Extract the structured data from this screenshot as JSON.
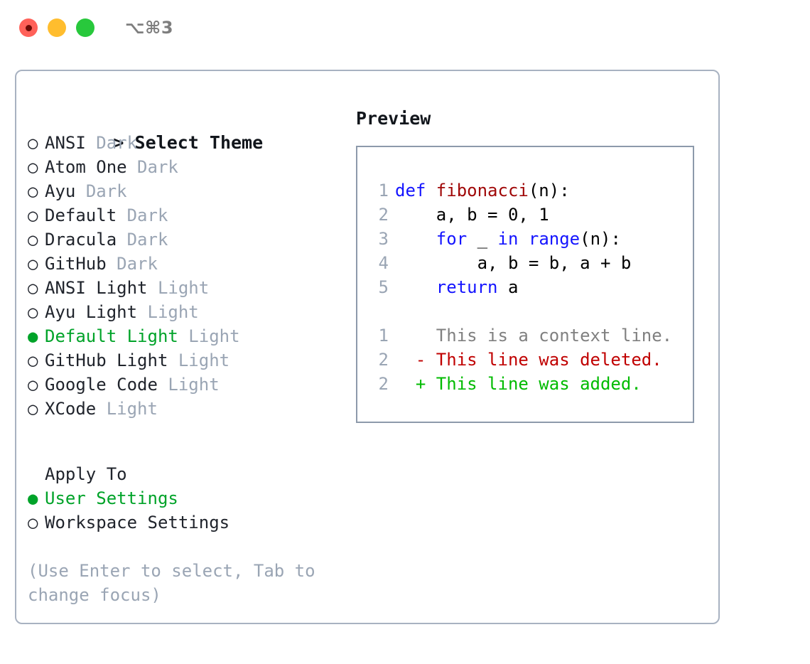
{
  "titlebar": {
    "lights": [
      "close-red",
      "minimize-yellow",
      "maximize-green"
    ],
    "shortcut": "⌥⌘3"
  },
  "colors": {
    "accent_green": "#00a329",
    "muted_gray": "#9aa5b4",
    "border": "#a8b2c1",
    "preview_border": "#8d9aab",
    "keyword_blue": "#1414ff",
    "function_red": "#a00808",
    "diff_deleted": "#c00000",
    "diff_added": "#00bb00",
    "diff_context": "#808080",
    "light_red": "#ff6159",
    "light_yellow": "#ffbd2e",
    "light_green": "#28c83c"
  },
  "theme_picker": {
    "caret": ">",
    "title": "Select Theme",
    "bullet_selected": "●",
    "bullet_unselected": "○",
    "options": [
      {
        "label": "ANSI",
        "tag": "Dark",
        "selected": false
      },
      {
        "label": "Atom One",
        "tag": "Dark",
        "selected": false
      },
      {
        "label": "Ayu",
        "tag": "Dark",
        "selected": false
      },
      {
        "label": "Default",
        "tag": "Dark",
        "selected": false
      },
      {
        "label": "Dracula",
        "tag": "Dark",
        "selected": false
      },
      {
        "label": "GitHub",
        "tag": "Dark",
        "selected": false
      },
      {
        "label": "ANSI Light",
        "tag": "Light",
        "selected": false
      },
      {
        "label": "Ayu Light",
        "tag": "Light",
        "selected": false
      },
      {
        "label": "Default Light",
        "tag": "Light",
        "selected": true
      },
      {
        "label": "GitHub Light",
        "tag": "Light",
        "selected": false
      },
      {
        "label": "Google Code",
        "tag": "Light",
        "selected": false
      },
      {
        "label": "XCode",
        "tag": "Light",
        "selected": false
      }
    ]
  },
  "apply_to": {
    "title": "Apply To",
    "options": [
      {
        "label": "User Settings",
        "selected": true
      },
      {
        "label": "Workspace Settings",
        "selected": false
      }
    ]
  },
  "hint": "(Use Enter to select, Tab to change focus)",
  "preview": {
    "title": "Preview",
    "code_lines": [
      {
        "number": "1",
        "segments": [
          {
            "text": "def ",
            "style": "kw"
          },
          {
            "text": "fibonacci",
            "style": "fn"
          },
          {
            "text": "(n):",
            "style": "plain"
          }
        ]
      },
      {
        "number": "2",
        "segments": [
          {
            "text": "    a, b = 0, 1",
            "style": "plain"
          }
        ]
      },
      {
        "number": "3",
        "segments": [
          {
            "text": "    ",
            "style": "plain"
          },
          {
            "text": "for",
            "style": "kw"
          },
          {
            "text": " _ ",
            "style": "plain"
          },
          {
            "text": "in",
            "style": "kw"
          },
          {
            "text": " ",
            "style": "plain"
          },
          {
            "text": "range",
            "style": "kw"
          },
          {
            "text": "(n):",
            "style": "plain"
          }
        ]
      },
      {
        "number": "4",
        "segments": [
          {
            "text": "        a, b = b, a + b",
            "style": "plain"
          }
        ]
      },
      {
        "number": "5",
        "segments": [
          {
            "text": "    ",
            "style": "plain"
          },
          {
            "text": "return",
            "style": "kw"
          },
          {
            "text": " a",
            "style": "plain"
          }
        ]
      }
    ],
    "diff_lines": [
      {
        "number": "1",
        "marker": " ",
        "text": "This is a context line.",
        "style": "ctx"
      },
      {
        "number": "2",
        "marker": "-",
        "text": "This line was deleted.",
        "style": "del"
      },
      {
        "number": "2",
        "marker": "+",
        "text": "This line was added.",
        "style": "add"
      }
    ]
  }
}
